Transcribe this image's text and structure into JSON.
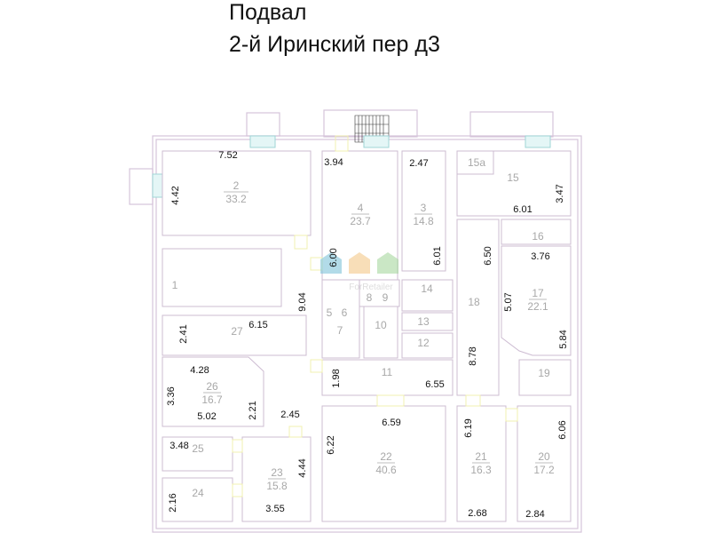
{
  "header": {
    "title": "Подвал",
    "address": "2-й Иринский пер д3"
  },
  "watermark": "ForRetailer",
  "rooms": {
    "r1": {
      "label": "1"
    },
    "r2": {
      "label": "2",
      "area": "33.2"
    },
    "r3": {
      "label": "3",
      "area": "14.8"
    },
    "r4": {
      "label": "4",
      "area": "23.7"
    },
    "r5": {
      "label": "5"
    },
    "r6": {
      "label": "6"
    },
    "r7": {
      "label": "7"
    },
    "r8": {
      "label": "8"
    },
    "r9": {
      "label": "9"
    },
    "r10": {
      "label": "10"
    },
    "r11": {
      "label": "11"
    },
    "r12": {
      "label": "12"
    },
    "r13": {
      "label": "13"
    },
    "r14": {
      "label": "14"
    },
    "r15": {
      "label": "15"
    },
    "r15a": {
      "label": "15a"
    },
    "r16": {
      "label": "16"
    },
    "r17": {
      "label": "17",
      "area": "22.1"
    },
    "r18": {
      "label": "18"
    },
    "r19": {
      "label": "19"
    },
    "r20": {
      "label": "20",
      "area": "17.2"
    },
    "r21": {
      "label": "21",
      "area": "16.3"
    },
    "r22": {
      "label": "22",
      "area": "40.6"
    },
    "r23": {
      "label": "23",
      "area": "15.8"
    },
    "r24": {
      "label": "24"
    },
    "r25": {
      "label": "25"
    },
    "r26": {
      "label": "26",
      "area": "16.7"
    },
    "r27": {
      "label": "27"
    }
  },
  "dims": {
    "d2w": "7.52",
    "d2h": "4.42",
    "d4w": "3.94",
    "d4h": "6.00",
    "d3w": "2.47",
    "d3h": "6.01",
    "d15w": "6.01",
    "d15h": "3.47",
    "d18a": "6.50",
    "d17w": "3.76",
    "d17a": "5.07",
    "d17b": "5.84",
    "d18b": "8.78",
    "d1h": "9.04",
    "d27h": "2.41",
    "d27w": "6.15",
    "d26a": "4.28",
    "d26h": "3.36",
    "d26b": "5.02",
    "d26c": "2.21",
    "d26d": "2.45",
    "d11h": "1.98",
    "d11w": "6.55",
    "d22w": "6.59",
    "d22h": "6.22",
    "d21h": "6.19",
    "d20h": "6.06",
    "d25w": "3.48",
    "d23h": "4.44",
    "d24h": "2.16",
    "d23w": "3.55",
    "d21w": "2.68",
    "d20w": "2.84"
  }
}
